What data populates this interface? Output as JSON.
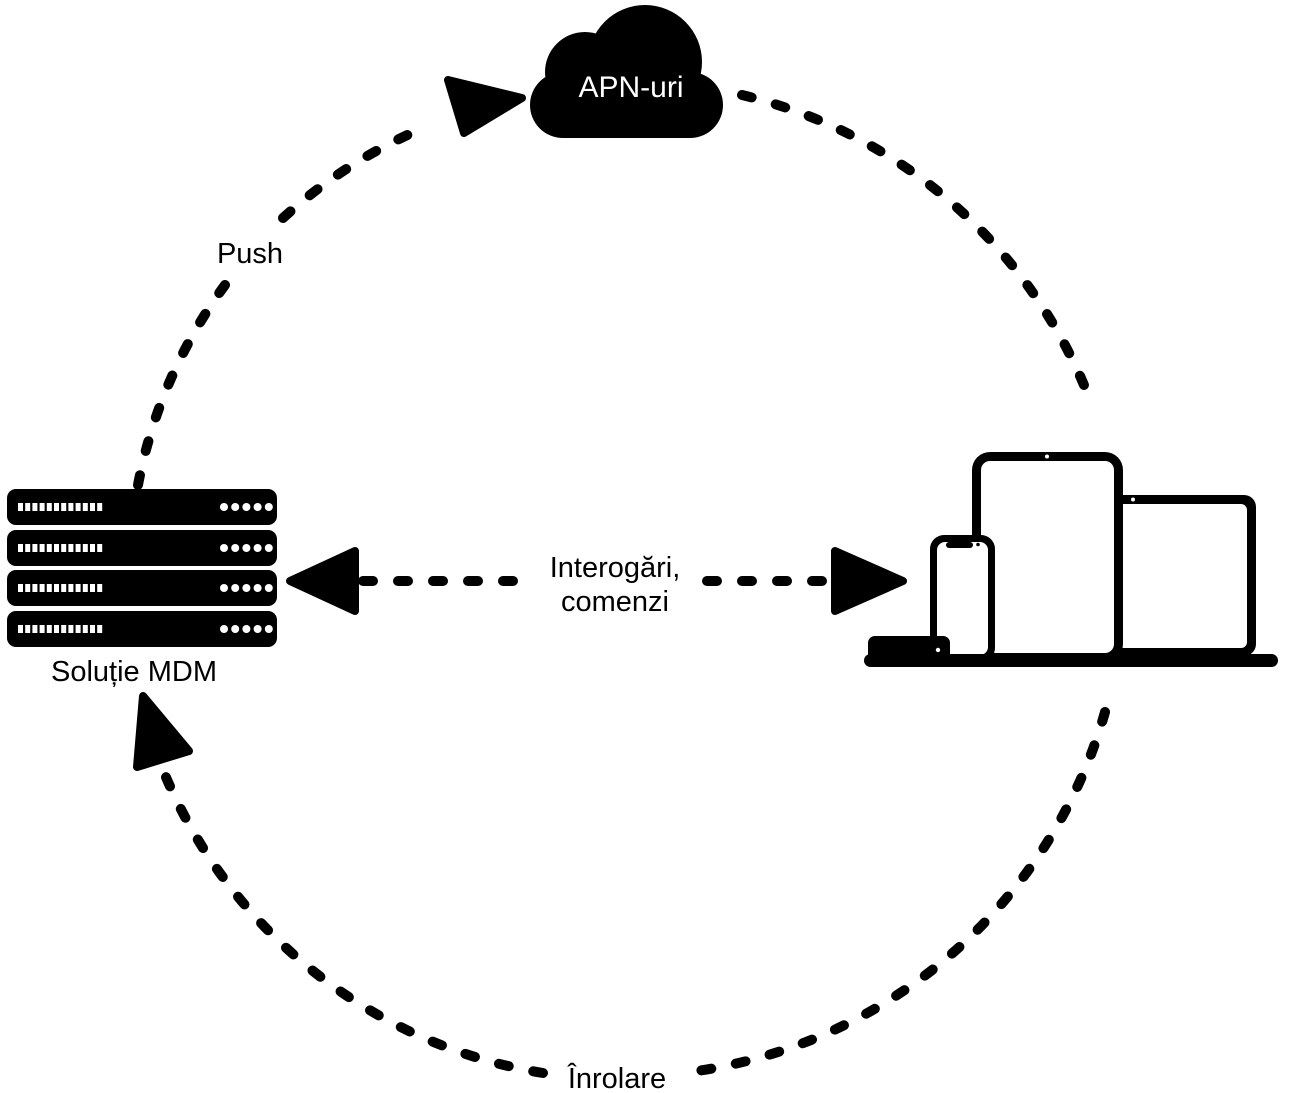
{
  "colors": {
    "ink": "#000000",
    "background": "#ffffff"
  },
  "cloud": {
    "label": "APN-uri"
  },
  "server": {
    "label": "Soluție MDM",
    "rows": 4,
    "leds_per_row": 12,
    "indicator_dots_per_row": 5
  },
  "devices": {
    "items": [
      "apple-tv",
      "iphone",
      "ipad",
      "macbook"
    ]
  },
  "edges": {
    "push": {
      "label": "Push"
    },
    "queries": {
      "line1": "Interogări,",
      "line2": "comenzi"
    },
    "enroll": {
      "label": "Înrolare"
    }
  }
}
